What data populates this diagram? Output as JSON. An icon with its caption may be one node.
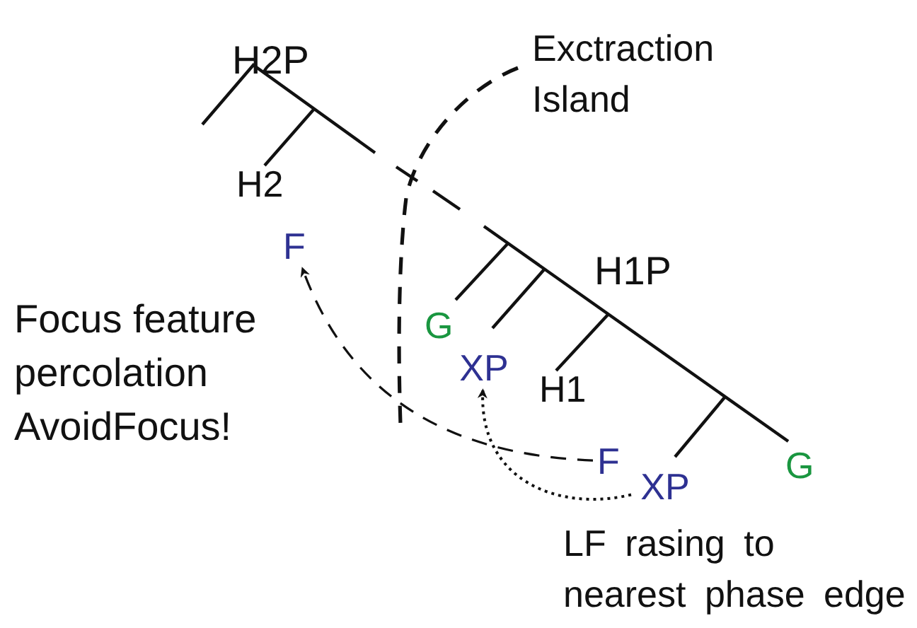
{
  "diagram": {
    "nodes": [
      {
        "text": [
          "F"
        ]
      },
      {
        "text": [
          "XP"
        ]
      },
      {
        "text": [
          "F"
        ]
      },
      {
        "text": [
          "XP"
        ]
      }
    ],
    "edges": [
      {
        "from": 2,
        "to": 0,
        "arrow": "to",
        "style": "dashed"
      },
      {
        "from": 3,
        "to": 1,
        "arrow": "to",
        "style": "dashed"
      }
    ],
    "labels": [
      "H2P",
      "Exctraction Island",
      "H2",
      "Focus feature percolation AvoidFocus!",
      "H1P",
      "G",
      "H1",
      "G",
      "LF rasing to nearest phase edge"
    ]
  }
}
